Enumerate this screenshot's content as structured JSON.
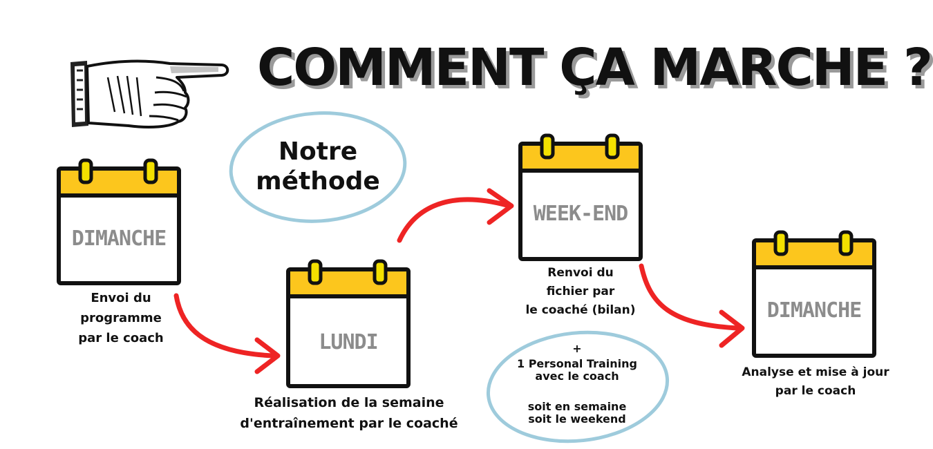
{
  "title": "COMMENT ÇA MARCHE ?",
  "method_label": "Notre\nméthode",
  "colors": {
    "calendar_header": "#fcc61d",
    "arrow": "#ee2424",
    "bubble": "#9ecbdc"
  },
  "steps": [
    {
      "day": "DIMANCHE",
      "caption": "Envoi du\nprogramme\npar le coach"
    },
    {
      "day": "LUNDI",
      "caption": "Réalisation de la semaine\nd'entraînement par le coaché"
    },
    {
      "day": "WEEK-END",
      "caption": "Renvoi du\nfichier par\nle coaché (bilan)"
    },
    {
      "day": "DIMANCHE",
      "caption": "Analyse et mise à jour\npar le coach"
    }
  ],
  "bonus": {
    "plus": "+",
    "line1": "1 Personal Training\navec le coach",
    "line2": "soit en semaine\nsoit le weekend"
  }
}
